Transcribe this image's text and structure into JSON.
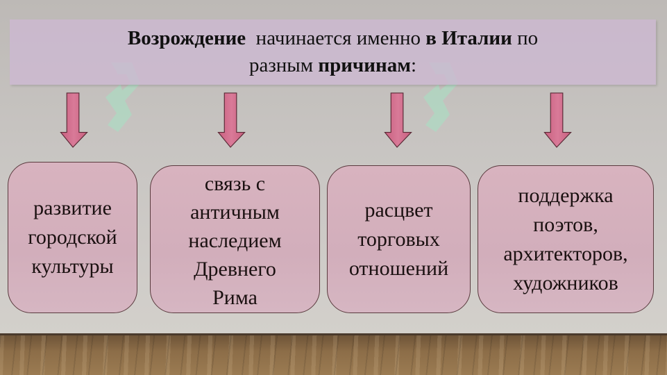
{
  "slide": {
    "title": {
      "line1": [
        {
          "text": "Возрождение",
          "bold": true
        },
        {
          "text": "  начинается именно ",
          "bold": false
        },
        {
          "text": "в Италии",
          "bold": true
        },
        {
          "text": " по",
          "bold": false
        }
      ],
      "line2": [
        {
          "text": "разным ",
          "bold": false
        },
        {
          "text": "причинам",
          "bold": true
        },
        {
          "text": ":",
          "bold": false
        }
      ]
    },
    "reasons": [
      {
        "lines": [
          "развитие",
          "городской",
          "культуры"
        ]
      },
      {
        "lines": [
          "связь с",
          "античным",
          "наследием",
          "Древнего",
          "Рима"
        ]
      },
      {
        "lines": [
          "расцвет",
          "торговых",
          "отношений"
        ]
      },
      {
        "lines": [
          "поддержка",
          "поэтов,",
          "архитекторов,",
          "художников"
        ]
      }
    ],
    "colors": {
      "banner": "#cdb9d2",
      "box_fill": "#d4b0bd",
      "box_border": "#5a3a3e",
      "arrow_fill": "#d0708f",
      "wall": "#c8c5c2",
      "floor": "#8c6d48"
    }
  }
}
